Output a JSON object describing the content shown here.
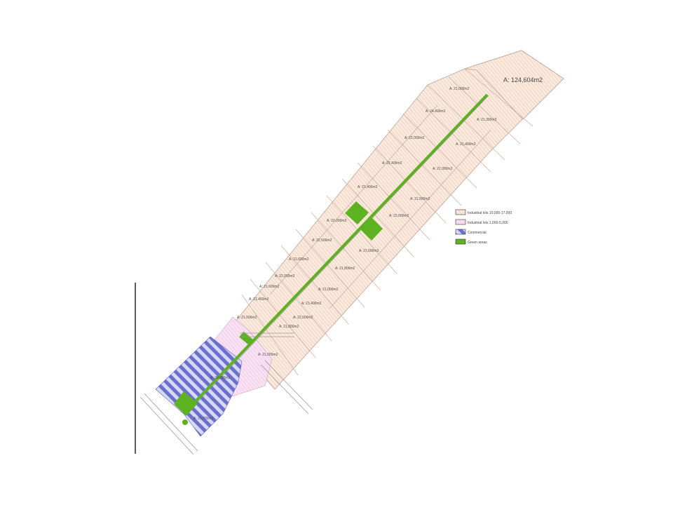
{
  "plan": {
    "large_parcel_label": "A: 124,604m2",
    "lot_labels": [
      "A: 21,000m2",
      "A: 24,400m2",
      "A: 21,300m2",
      "A: 22,000m2",
      "A: 21,400m2",
      "A: 22,400m2",
      "A: 21,000m2",
      "A: 21,400m2",
      "A: 21,500m2",
      "A: 22,000m2",
      "A: 22,000m2",
      "A: 22,500m2",
      "A: 21,600m2",
      "A: 21,600m2",
      "A: 21,800m2",
      "A: 22,000m2",
      "A: 21,600m2",
      "A: 21,000m2",
      "A: 21,400m2",
      "A: 21,400m2",
      "A: 21,000m2",
      "A: 22,000m2",
      "A: 21,800m2",
      "A: 21,000m2",
      "A: 20,800m2",
      "A: 21,000m2"
    ]
  },
  "legend": [
    {
      "label": "Industrial lots 10,000-17,000",
      "color": "#f6d9c9"
    },
    {
      "label": "Industrial lots 1,000-5,000",
      "color": "#f3c8ec"
    },
    {
      "label": "Commercial",
      "color": "#7b7fd6"
    },
    {
      "label": "Green areas",
      "color": "#5cb21f"
    }
  ],
  "colors": {
    "lot_fill": "#fbe9de",
    "lot_hatch": "#efb79c",
    "lot_border": "#b9a49a",
    "pink_fill": "#f7dcf2",
    "blue_hatch": "#6a6fd0",
    "green": "#5cb21f",
    "road": "#9a9a9a"
  }
}
